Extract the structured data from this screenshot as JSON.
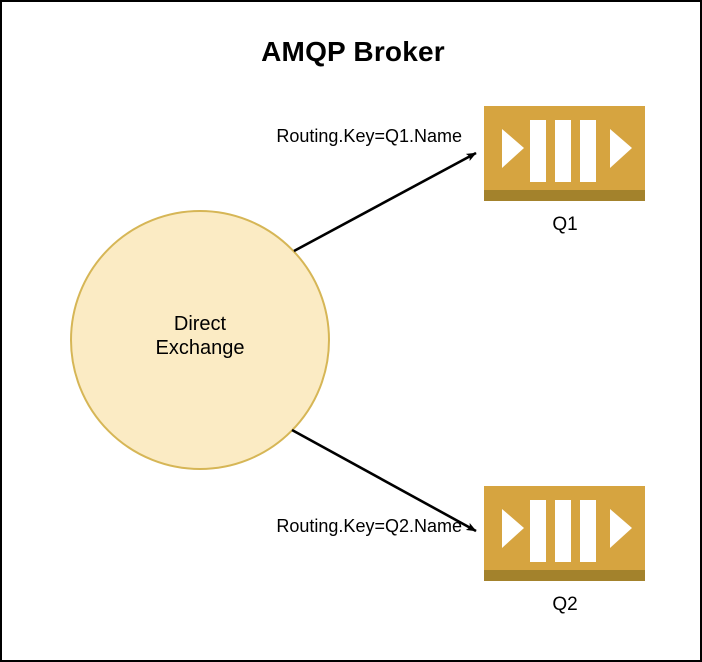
{
  "diagram": {
    "title": "AMQP Broker",
    "exchange": {
      "name": "Direct Exchange",
      "line1": "Direct",
      "line2": "Exchange",
      "shape": "circle",
      "fill": "#FBEBC4",
      "stroke": "#D6B656"
    },
    "queues": [
      {
        "id": "q1",
        "label": "Q1",
        "icon": "queue-icon",
        "fill": "#D6A440",
        "base_fill": "#A3822C",
        "bar_fill": "#FFFFFF"
      },
      {
        "id": "q2",
        "label": "Q2",
        "icon": "queue-icon",
        "fill": "#D6A440",
        "base_fill": "#A3822C",
        "bar_fill": "#FFFFFF"
      }
    ],
    "bindings": [
      {
        "id": "binding-q1",
        "label": "Routing.Key=Q1.Name",
        "from": "Direct Exchange",
        "to": "Q1",
        "arrow": "arrow-right-up",
        "stroke": "#000000"
      },
      {
        "id": "binding-q2",
        "label": "Routing.Key=Q2.Name",
        "from": "Direct Exchange",
        "to": "Q2",
        "arrow": "arrow-right-down",
        "stroke": "#000000"
      }
    ],
    "frame": {
      "border_color": "#000000",
      "background": "#FFFFFF"
    }
  }
}
